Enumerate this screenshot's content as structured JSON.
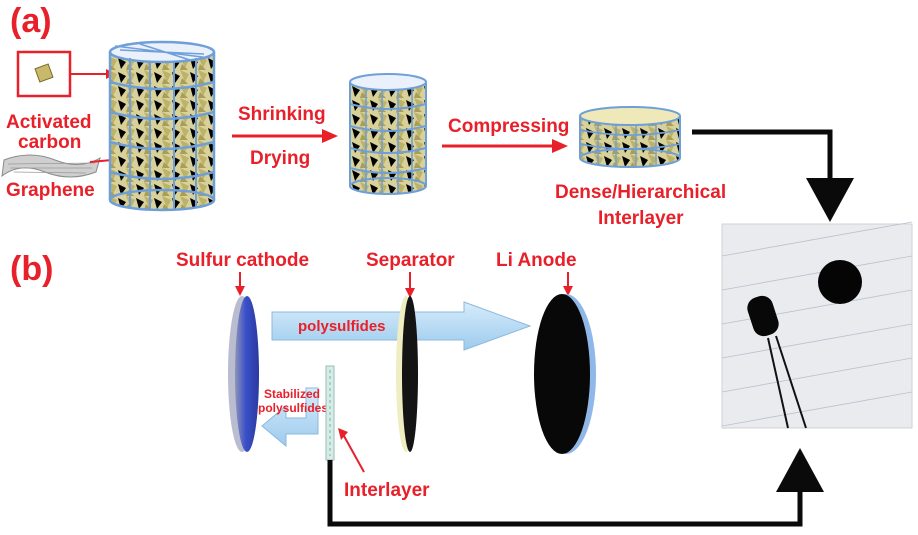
{
  "panels": {
    "a": "(a)",
    "b": "(b)"
  },
  "a": {
    "activated_carbon_1": "Activated",
    "activated_carbon_2": "carbon",
    "graphene": "Graphene",
    "step1_top": "Shrinking",
    "step1_bottom": "Drying",
    "step2": "Compressing",
    "result_1": "Dense/Hierarchical",
    "result_2": "Interlayer"
  },
  "b": {
    "sulfur_cathode": "Sulfur cathode",
    "separator": "Separator",
    "li_anode": "Li Anode",
    "polysulfides": "polysulfides",
    "stabilized_1": "Stabilized",
    "stabilized_2": "polysulfides",
    "interlayer": "Interlayer"
  },
  "colors": {
    "accent_red": "#e8202a",
    "scaffold_blue": "#6f9fd8",
    "carbon_fill": "#cfc68a",
    "cathode_blue": "#3a4fc8",
    "arrow_light_blue": "#a9d3f0",
    "black": "#0a0a0a"
  }
}
